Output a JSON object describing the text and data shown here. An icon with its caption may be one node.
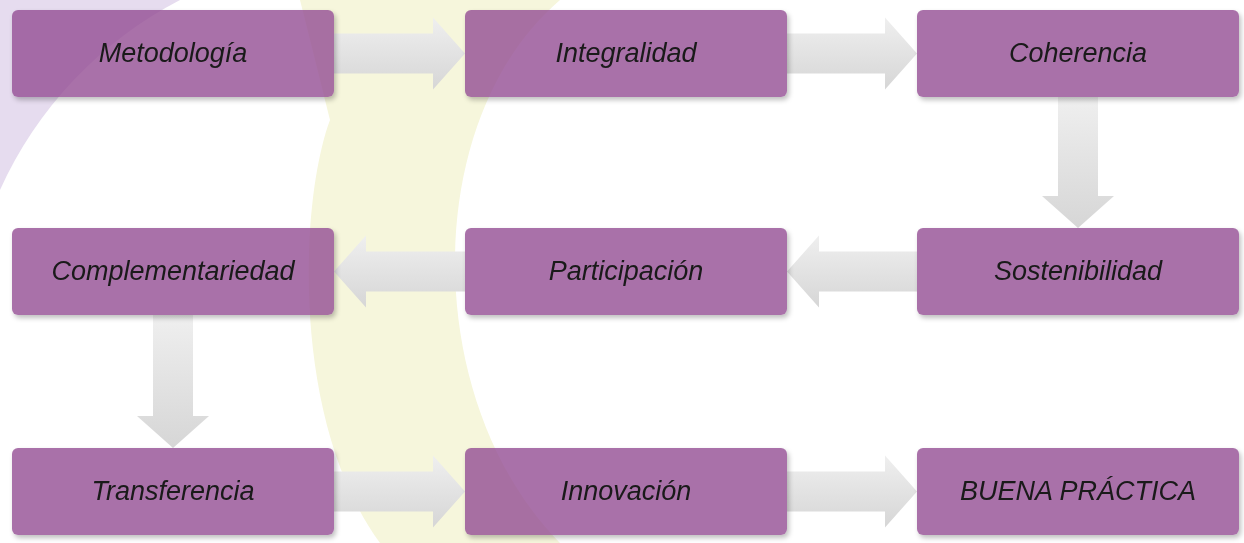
{
  "diagram": {
    "nodes": [
      {
        "text": [
          "Metodología"
        ]
      },
      {
        "text": [
          "Integralidad"
        ]
      },
      {
        "text": [
          "Coherencia"
        ]
      },
      {
        "text": [
          "Complementariedad"
        ]
      },
      {
        "text": [
          "Participación"
        ]
      },
      {
        "text": [
          "Sostenibilidad"
        ]
      },
      {
        "text": [
          "Transferencia"
        ]
      },
      {
        "text": [
          "Innovación"
        ]
      },
      {
        "text": [
          "BUENA PRÁCTICA"
        ]
      }
    ],
    "edges": [
      {
        "from": 0,
        "to": 1,
        "arrow": "to"
      },
      {
        "from": 1,
        "to": 2,
        "arrow": "to"
      },
      {
        "from": 2,
        "to": 5,
        "arrow": "to"
      },
      {
        "from": 5,
        "to": 4,
        "arrow": "to"
      },
      {
        "from": 4,
        "to": 3,
        "arrow": "to"
      },
      {
        "from": 3,
        "to": 6,
        "arrow": "to"
      },
      {
        "from": 6,
        "to": 7,
        "arrow": "to"
      },
      {
        "from": 7,
        "to": 8,
        "arrow": "to"
      }
    ]
  }
}
